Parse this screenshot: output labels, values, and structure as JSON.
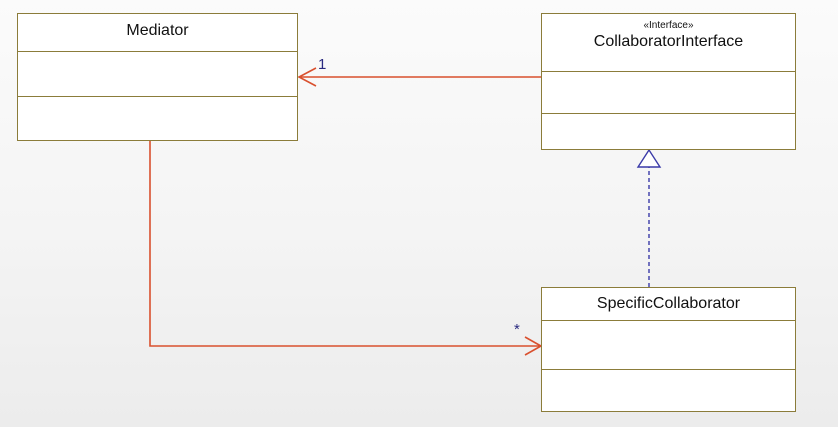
{
  "classes": {
    "mediator": {
      "name": "Mediator"
    },
    "collaborator_interface": {
      "stereotype": "«Interface»",
      "name": "CollaboratorInterface"
    },
    "specific_collaborator": {
      "name": "SpecificCollaborator"
    }
  },
  "associations": {
    "interface_to_mediator": {
      "multiplicity": "1"
    },
    "mediator_to_specific": {
      "multiplicity": "*"
    }
  },
  "colors": {
    "association_line": "#d9502e",
    "realization_line": "#3a3aa8",
    "class_border": "#8b7c3a",
    "multiplicity_text": "#2a2a80"
  }
}
